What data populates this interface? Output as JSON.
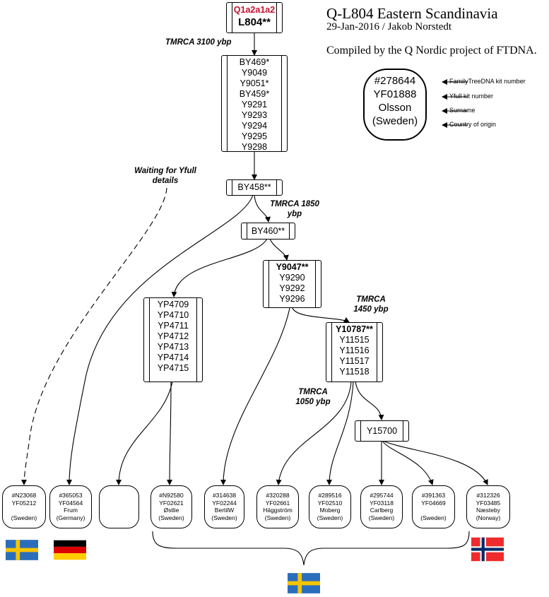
{
  "header": {
    "title": "Q-L804 Eastern Scandinavia",
    "date_author": "29-Jan-2016 / Jakob Norstedt",
    "compiled_by": "Compiled by the Q Nordic project of FTDNA."
  },
  "legend": {
    "kit": "#278644",
    "yfull": "YF01888",
    "surname": "Olsson",
    "country": "(Sweden)",
    "labels": [
      "FamilyTreeDNA kit number",
      "Yfull  kit number",
      "Surname",
      "Country of  origin"
    ]
  },
  "nodes": {
    "root": {
      "haplo": "Q1a2a1a2",
      "snp": "L804**"
    },
    "by469": [
      "BY469*",
      "Y9049",
      "Y9051*",
      "BY459*",
      "Y9291",
      "Y9293",
      "Y9294",
      "Y9295",
      "Y9298"
    ],
    "by458": "BY458**",
    "by460": "BY460**",
    "y9047": [
      "Y9047**",
      "Y9290",
      "Y9292",
      "Y9296"
    ],
    "yp4709": [
      "YP4709",
      "YP4710",
      "YP4711",
      "YP4712",
      "YP4713",
      "YP4714",
      "YP4715"
    ],
    "y10787": [
      "Y10787**",
      "Y11515",
      "Y11516",
      "Y11517",
      "Y11518"
    ],
    "y15700": "Y15700"
  },
  "annotations": {
    "tmrca_3100": "TMRCA 3100 ybp",
    "tmrca_1850_a": "TMRCA 1850",
    "tmrca_1850_b": "ybp",
    "tmrca_1450_a": "TMRCA",
    "tmrca_1450_b": "1450 ybp",
    "tmrca_1050_a": "TMRCA",
    "tmrca_1050_b": "1050 ybp",
    "waiting_a": "Waiting for Yfull",
    "waiting_b": "details"
  },
  "leaves": [
    {
      "kit": "#N23068",
      "yfull": "YF05212",
      "surname": "",
      "country": "(Sweden)"
    },
    {
      "kit": "#365053",
      "yfull": "YF04564",
      "surname": "Frum",
      "country": "(Germany)"
    },
    {
      "kit": "",
      "yfull": "",
      "surname": "",
      "country": ""
    },
    {
      "kit": "#N92580",
      "yfull": "YF02621",
      "surname": "Østlie",
      "country": "(Sweden)"
    },
    {
      "kit": "#314638",
      "yfull": "YF02244",
      "surname": "BertilW",
      "country": "(Sweden)"
    },
    {
      "kit": "#320288",
      "yfull": "YF02661",
      "surname": "Häggström",
      "country": "(Sweden)"
    },
    {
      "kit": "#289516",
      "yfull": "YF02510",
      "surname": "Moberg",
      "country": "(Sweden)"
    },
    {
      "kit": "#295744",
      "yfull": "YF03118",
      "surname": "Carlberg",
      "country": "(Sweden)"
    },
    {
      "kit": "#391363",
      "yfull": "YF04669",
      "surname": "",
      "country": "(Sweden)"
    },
    {
      "kit": "#312326",
      "yfull": "YF03485",
      "surname": "Næsteby",
      "country": "(Norway)"
    }
  ],
  "colors": {
    "haplogroup_red": "#c8102e",
    "sweden_blue": "#2a6ebb",
    "sweden_yellow": "#f5c400",
    "germany_black": "#000000",
    "germany_red": "#dd0000",
    "germany_gold": "#ffce00",
    "norway_red": "#ef2b2d",
    "norway_blue": "#002868"
  },
  "icons": [
    "flag-sweden-icon",
    "flag-germany-icon",
    "flag-norway-icon"
  ]
}
